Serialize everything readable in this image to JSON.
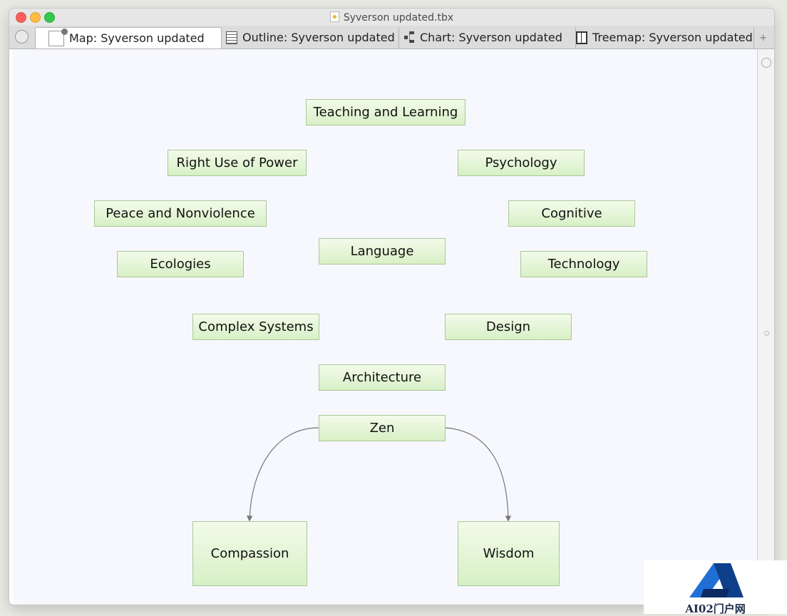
{
  "window": {
    "title": "Syverson updated.tbx"
  },
  "tabs": [
    {
      "label": "Map: Syverson updated",
      "icon": "map-icon",
      "active": true
    },
    {
      "label": "Outline: Syverson updated",
      "icon": "outline-icon",
      "active": false
    },
    {
      "label": "Chart: Syverson updated",
      "icon": "chart-icon",
      "active": false
    },
    {
      "label": "Treemap: Syverson updated",
      "icon": "treemap-icon",
      "active": false
    }
  ],
  "tab_add_label": "+",
  "notes": {
    "teaching": "Teaching and Learning",
    "right_use": "Right Use of Power",
    "psychology": "Psychology",
    "peace": "Peace and Nonviolence",
    "cognitive": "Cognitive",
    "language": "Language",
    "ecologies": "Ecologies",
    "technology": "Technology",
    "complex": "Complex Systems",
    "design": "Design",
    "architecture": "Architecture",
    "zen": "Zen",
    "compassion": "Compassion",
    "wisdom": "Wisdom"
  },
  "links": [
    {
      "from": "Zen",
      "to": "Compassion"
    },
    {
      "from": "Zen",
      "to": "Wisdom"
    }
  ],
  "colors": {
    "note_top": "#f2fbea",
    "note_bottom": "#d8f0c6",
    "note_border": "#a9c79b",
    "link": "#777777"
  },
  "watermark": {
    "text": "AI02门户网"
  }
}
